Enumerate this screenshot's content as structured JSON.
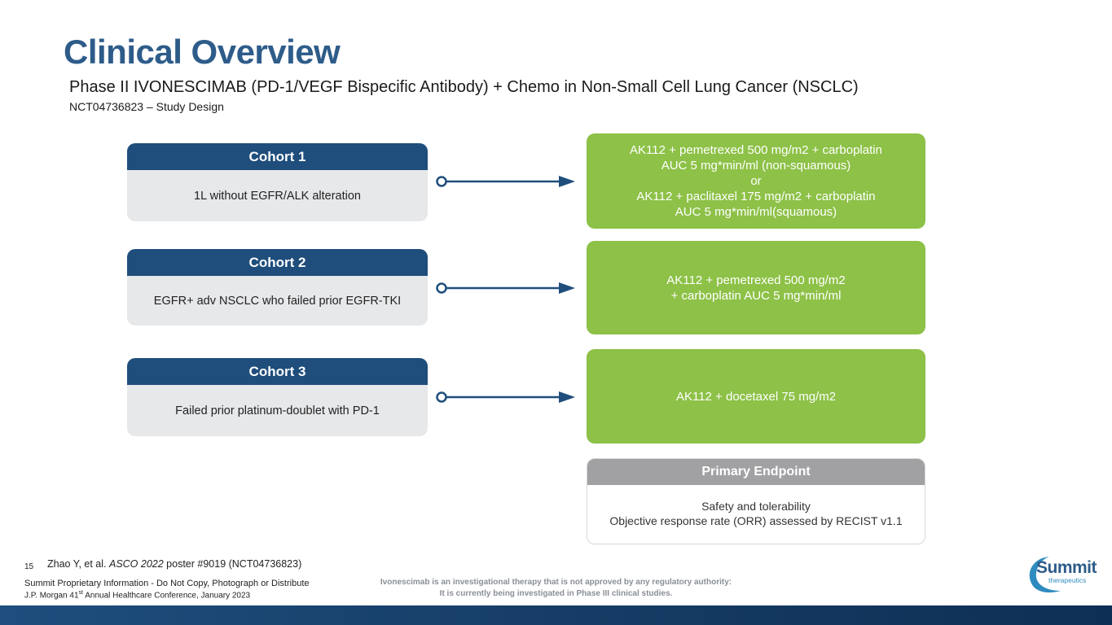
{
  "title": "Clinical Overview",
  "subtitle": "Phase II IVONESCIMAB (PD-1/VEGF Bispecific Antibody) + Chemo in Non-Small Cell Lung Cancer (NSCLC)",
  "study_line": "NCT04736823 – Study Design",
  "cohorts": [
    {
      "label": "Cohort 1",
      "description": "1L without EGFR/ALK alteration"
    },
    {
      "label": "Cohort 2",
      "description": "EGFR+ adv NSCLC who failed prior EGFR-TKI"
    },
    {
      "label": "Cohort 3",
      "description": "Failed prior platinum-doublet with PD-1"
    }
  ],
  "treatments": [
    {
      "lines": [
        "AK112 + pemetrexed 500 mg/m2 + carboplatin",
        "AUC 5 mg*min/ml (non-squamous)",
        "or",
        "AK112 + paclitaxel 175 mg/m2 + carboplatin",
        "AUC 5 mg*min/ml(squamous)"
      ]
    },
    {
      "lines": [
        "AK112 + pemetrexed 500 mg/m2",
        "+ carboplatin AUC 5 mg*min/ml"
      ]
    },
    {
      "lines": [
        "AK112 + docetaxel 75 mg/m2"
      ]
    }
  ],
  "endpoint": {
    "heading": "Primary Endpoint",
    "lines": [
      "Safety and tolerability",
      "Objective response rate (ORR) assessed by RECIST v1.1"
    ]
  },
  "footer": {
    "page_number": "15",
    "reference_prefix": "Zhao Y, et al. ",
    "reference_journal": "ASCO 2022",
    "reference_suffix": " poster #9019 (NCT04736823)",
    "proprietary": "Summit Proprietary Information - Do Not Copy, Photograph or Distribute",
    "conference_prefix": "J.P. Morgan 41",
    "conference_sup": "st",
    "conference_suffix": " Annual Healthcare Conference, January 2023",
    "disclaimer_1": "Ivonescimab is an investigational therapy that is not approved by any regulatory authority:",
    "disclaimer_2": "It is currently being investigated in Phase III clinical studies."
  },
  "logo": {
    "name": "Summit",
    "sub": "therapeutics"
  },
  "colors": {
    "title_blue": "#2e5c8a",
    "cohort_header": "#1f4e7c",
    "cohort_body": "#e7e8ea",
    "treatment_green": "#8dc147",
    "endpoint_header": "#a1a1a4",
    "bottom_bar": "#1e4e7e"
  }
}
